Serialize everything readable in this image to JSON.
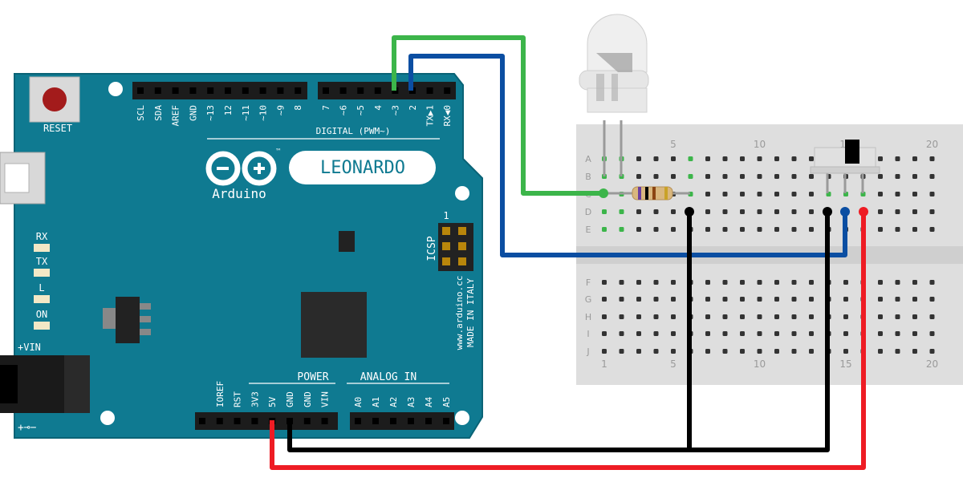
{
  "board": {
    "reset_label": "RESET",
    "model_label": "LEONARDO",
    "brand_label": "Arduino",
    "tm": "™",
    "digital_label": "DIGITAL (PWM~)",
    "digital_pins": [
      "SCL",
      "SDA",
      "AREF",
      "GND",
      "~13",
      "12",
      "~11",
      "~10",
      "~9",
      "8",
      "7",
      "~6",
      "~5",
      "4",
      "~3",
      "2",
      "TX▶1",
      "RX◀0"
    ],
    "icsp_label": "ICSP",
    "icsp_pin1": "1",
    "site_label": "www.arduino.cc",
    "made_label": "MADE IN ITALY",
    "leds": [
      "RX",
      "TX",
      "L",
      "ON"
    ],
    "vin_label": "+VIN",
    "polarity_label": "+⊸−",
    "power_label": "POWER",
    "analog_label": "ANALOG IN",
    "power_pins": [
      "IOREF",
      "RST",
      "3V3",
      "5V",
      "GND",
      "GND",
      "VIN"
    ],
    "analog_pins": [
      "A0",
      "A1",
      "A2",
      "A3",
      "A4",
      "A5"
    ]
  },
  "breadboard": {
    "rows_top": [
      "A",
      "B",
      "C",
      "D",
      "E"
    ],
    "rows_bottom": [
      "F",
      "G",
      "H",
      "I",
      "J"
    ],
    "col_numbers_top": [
      "5",
      "10",
      "15",
      "20"
    ],
    "col_numbers_bottom": [
      "1",
      "5",
      "10",
      "15",
      "20"
    ]
  },
  "colors": {
    "board": "#0f7a91",
    "board_edge": "#0a6376",
    "breadboard": "#dcdcdc",
    "wire_green": "#3cb54a",
    "wire_blue": "#0b4ea2",
    "wire_black": "#000000",
    "wire_red": "#ee1c24"
  }
}
